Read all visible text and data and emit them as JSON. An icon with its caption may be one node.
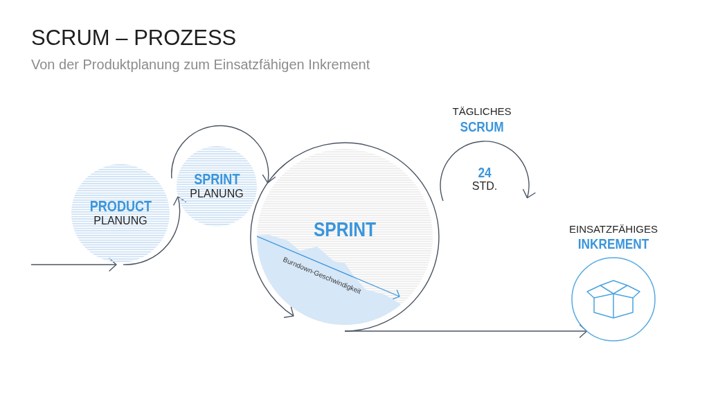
{
  "diagram": {
    "title": "SCRUM – PROZESS",
    "nodes": [
      {
        "text": [
          "PRODUCT",
          "PLANUNG"
        ]
      },
      {
        "text": [
          "SPRINT",
          "PLANUNG"
        ]
      },
      {
        "text": [
          "SPRINT",
          "Burndown-Geschwindigkeit"
        ]
      },
      {
        "text": [
          "TÄGLICHES",
          "SCRUM",
          "24",
          "STD."
        ]
      },
      {
        "text": [
          "EINSATZFÄHIGES",
          "INKREMENT"
        ]
      }
    ],
    "edges": [
      {
        "from": null,
        "to": 0,
        "arrow": "to"
      },
      {
        "from": 0,
        "to": 1,
        "arrow": "to"
      },
      {
        "from": 1,
        "to": 2,
        "arrow": "to"
      },
      {
        "from": 2,
        "to": 2,
        "arrow": "to"
      },
      {
        "from": 2,
        "to": 4,
        "arrow": "to"
      }
    ],
    "labels": [
      "Von der Produktplanung zum Einsatzfähigen Inkrement"
    ]
  }
}
